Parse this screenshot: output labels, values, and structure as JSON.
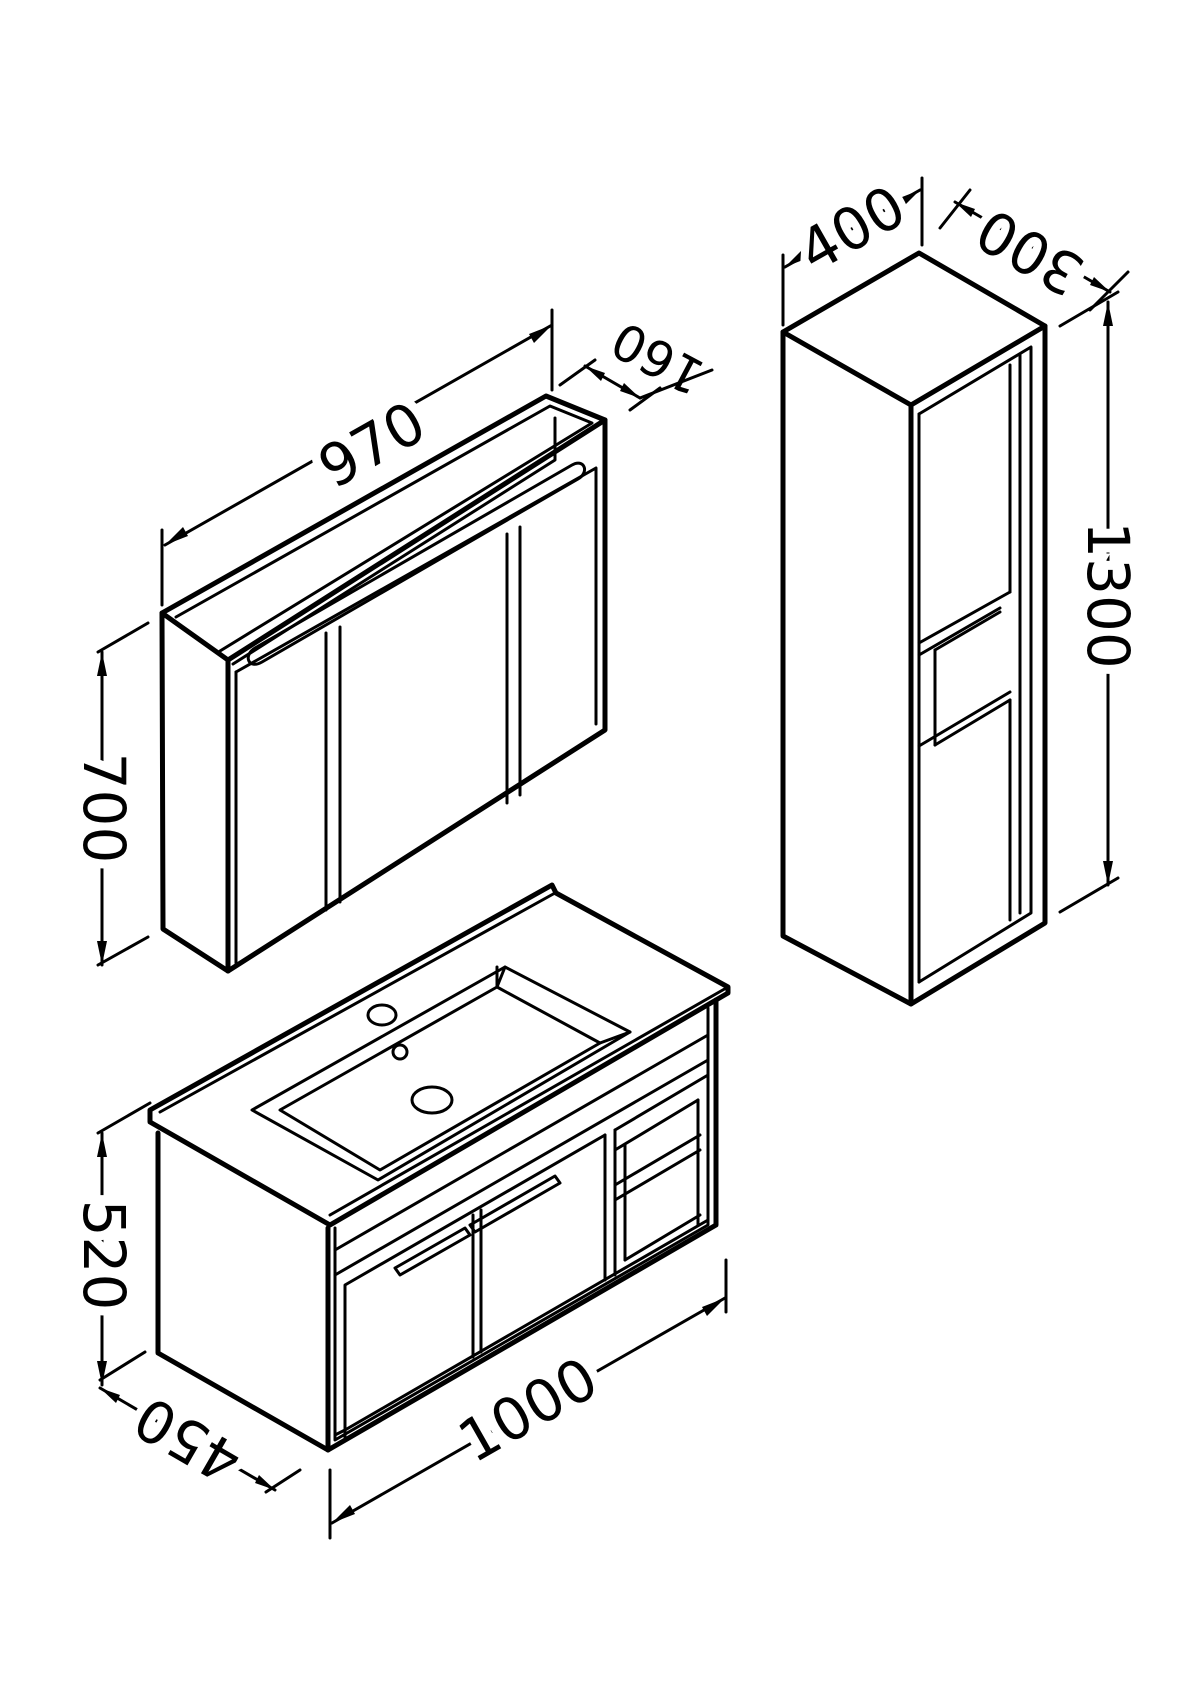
{
  "dimensions": {
    "mirror_cabinet": {
      "width": "970",
      "depth": "160",
      "height": "700"
    },
    "tall_cabinet": {
      "width": "400",
      "depth": "300",
      "height": "1300"
    },
    "vanity": {
      "width": "1000",
      "depth": "450",
      "height": "520"
    }
  }
}
